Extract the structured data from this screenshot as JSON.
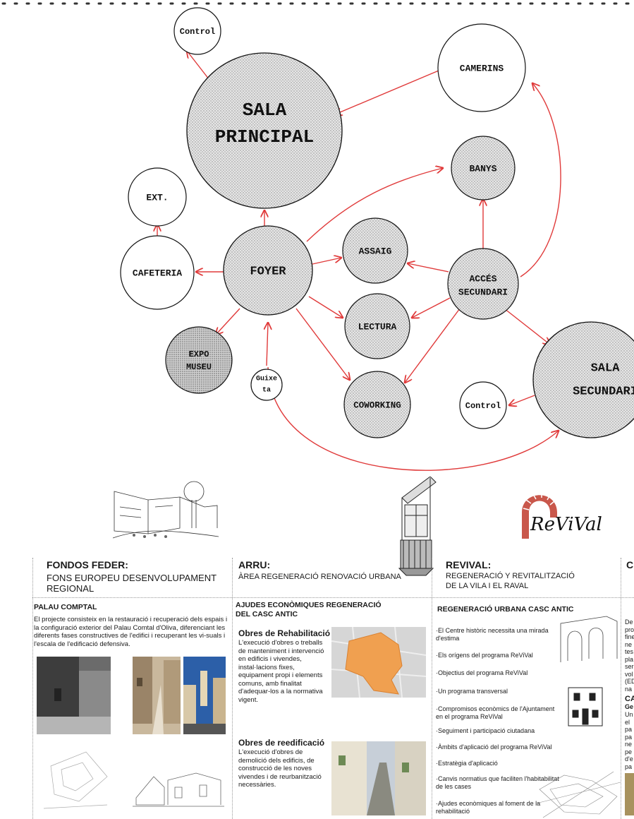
{
  "nodes": {
    "sala_principal": [
      "SALA",
      "PRINCIPAL"
    ],
    "control_top": "Control",
    "camerins": "CAMERINS",
    "banys": "BANYS",
    "ext": "EXT.",
    "cafeteria": "CAFETERIA",
    "foyer": "FOYER",
    "assaig": "ASSAIG",
    "acces": [
      "ACCÉS",
      "SECUNDARI"
    ],
    "lectura": "LECTURA",
    "expo": [
      "EXPO",
      "MUSEU"
    ],
    "guixeta": [
      "Guixe",
      "ta"
    ],
    "coworking": "COWORKING",
    "sala_secundari": [
      "SALA",
      "SECUNDARI"
    ],
    "control_bottom": "Control"
  },
  "logo": {
    "text": "ReViVal"
  },
  "columns": {
    "feder": {
      "title": "FONDOS FEDER:",
      "subtitle_a": "FONS EUROPEU DESENVOLUPAMENT",
      "subtitle_b": "REGIONAL",
      "section": "PALAU COMPTAL",
      "body": "El projecte consisteix en la restauració i recuperació dels espais i la configuració exterior del Palau Comtal d'Oliva, diferenciant les diferents fases constructives de l'edifici i recuperant les vi-suals i l'escala de l'edificació defensiva."
    },
    "arru": {
      "title": "ARRU:",
      "subtitle": "ÀREA REGENERACIÓ RENOVACIÓ URBANA",
      "section": "AJUDES ECONÒMIQUES REGENERACIÓ DEL CASC ANTIC",
      "block1_title": "Obres de Rehabilitació",
      "block1_body": "L'execució d'obres o treballs de manteniment i intervenció en edificis i vivendes, instal·lacions fixes, equipament propi i elements comuns, amb finalitat d'adequar-los a la normativa vigent.",
      "block2_title": "Obres de reedificació",
      "block2_body": "L'execució d'obres de demolició dels edificis, de construcció de les noves vivendes i de reurbanització necessàries."
    },
    "revival": {
      "title": "REVIVAL:",
      "subtitle_a": "REGENERACIÓ Y REVITALITZACIÓ",
      "subtitle_b": "DE LA VILA I EL RAVAL",
      "section": "REGENERACIÓ URBANA CASC ANTIC",
      "items": [
        "·El Centre històric necessita una mirada d'estima",
        "·Els orígens del programa ReViVal",
        "·Objectius del programa ReViVal",
        "·Un programa transversal",
        "·Compromisos econòmics de l'Ajuntament en el programa ReViVal",
        "·Seguiment i participació ciutadana",
        "·Àmbits d'aplicació del programa ReViVal",
        "·Estratègia d'aplicació",
        "·Canvis normatius que faciliten l'habitabilitat de les cases",
        "·Ajudes econòmiques al foment de la rehabilitació"
      ]
    },
    "fourth": {
      "title_fragment": "C",
      "body_fragments": [
        "De",
        "pro",
        "fine",
        "ne",
        "tes",
        "pla",
        "ser",
        "vol",
        "(ED",
        "na"
      ],
      "section_fragment": "CA",
      "section_sub": "Ge",
      "body2_fragments": [
        "Un",
        "el",
        "pa",
        "pa",
        "ne",
        "pe",
        "d'e",
        "pa"
      ]
    }
  },
  "colors": {
    "arrow": "#e03a3a",
    "logo_red": "#c0392b",
    "orange_area": "#f0a050"
  }
}
